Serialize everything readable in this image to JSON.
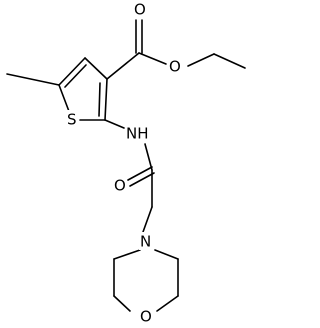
{
  "structure": {
    "atoms": {
      "carbonyl_oxygen": "O",
      "ester_oxygen": "O",
      "thiophene_sulfur": "S",
      "amide_nitrogen": "NH",
      "amide_oxygen": "O",
      "morpholine_nitrogen": "N",
      "morpholine_oxygen": "O"
    }
  }
}
